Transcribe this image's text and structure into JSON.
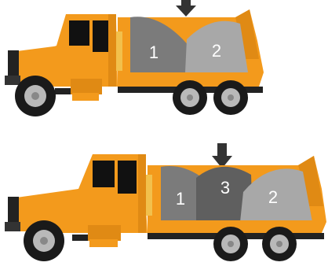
{
  "colors": {
    "truck_body": "#f39a1c",
    "truck_body_dark": "#c97410",
    "load_1": "#7b7b7b",
    "load_2": "#a8a8a8",
    "load_3": "#5f5f5f",
    "arrow": "#333333",
    "tire": "#1a1a1a",
    "rim": "#b9b9b9",
    "window": "#111111"
  },
  "panels": [
    {
      "name": "truck-top",
      "loads": [
        {
          "label": "1",
          "shade": "load_1"
        },
        {
          "label": "2",
          "shade": "load_2"
        }
      ]
    },
    {
      "name": "truck-bottom",
      "loads": [
        {
          "label": "1",
          "shade": "load_1"
        },
        {
          "label": "3",
          "shade": "load_3"
        },
        {
          "label": "2",
          "shade": "load_2"
        }
      ]
    }
  ],
  "icons": {
    "arrow": "down-arrow-icon"
  }
}
